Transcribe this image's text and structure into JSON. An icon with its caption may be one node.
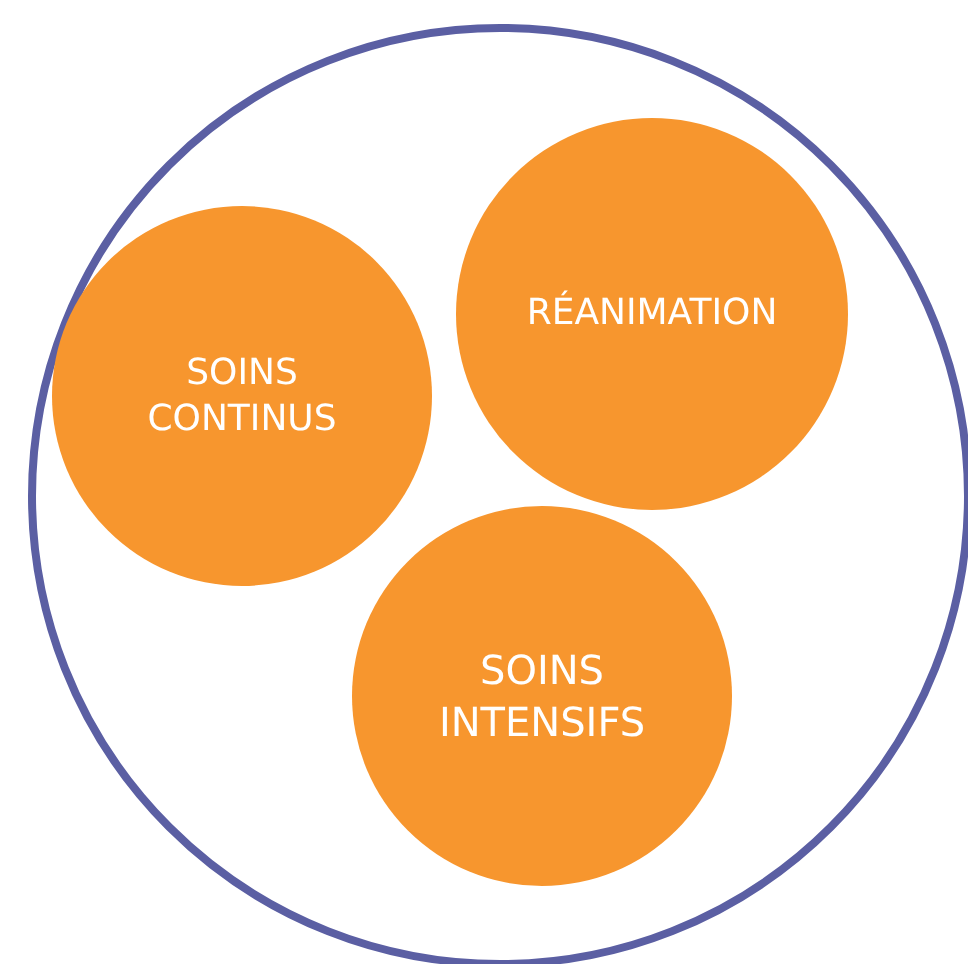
{
  "diagram": {
    "nodes": [
      {
        "text": [],
        "shape": "circle"
      },
      {
        "text": [
          "SOINS CONTINUS"
        ],
        "in": 0
      },
      {
        "text": [
          "RÉANIMATION"
        ],
        "in": 0
      },
      {
        "text": [
          "SOINS INTENSIFS"
        ],
        "in": 0
      }
    ]
  }
}
